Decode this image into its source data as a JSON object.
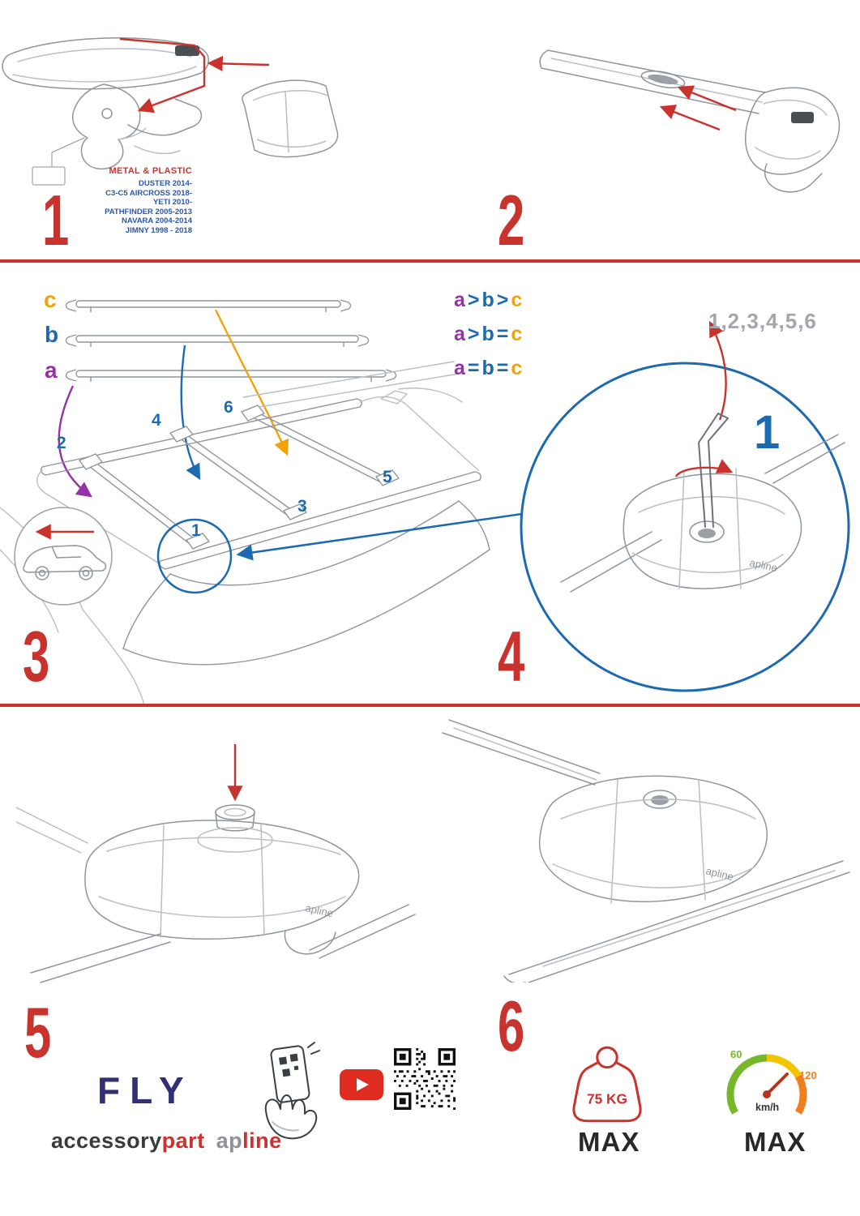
{
  "colors": {
    "red": "#c9332e",
    "blue": "#1e6ab0",
    "purple": "#9631a8",
    "orange": "#f0a30a",
    "navy": "#312f75",
    "gray_line": "#8e959b",
    "green": "#76b82a",
    "yellow": "#f2c500",
    "speed_orange": "#ef7d22"
  },
  "steps": {
    "s1": {
      "number": "1",
      "material": "METAL & PLASTIC",
      "vehicles": [
        "DUSTER 2014-",
        "C3-C5 AIRCROSS 2018-",
        "YETI 2010-",
        "PATHFINDER 2005-2013",
        "NAVARA 2004-2014",
        "JIMNY 1998 - 2018"
      ]
    },
    "s2": {
      "number": "2"
    },
    "s3": {
      "number": "3",
      "bar_labels": {
        "c": "c",
        "b": "b",
        "a": "a"
      },
      "legend": [
        {
          "a": "a",
          "op1": ">",
          "b": "b",
          "op2": ">",
          "c": "c"
        },
        {
          "a": "a",
          "op1": ">",
          "b": "b",
          "op2": "=",
          "c": "c"
        },
        {
          "a": "a",
          "op1": "=",
          "b": "b",
          "op2": "=",
          "c": "c"
        }
      ],
      "positions": [
        "1",
        "2",
        "3",
        "4",
        "5",
        "6"
      ]
    },
    "s4": {
      "number": "4",
      "sequence": "1,2,3,4,5,6",
      "callout": "1",
      "brand": "apline"
    },
    "s5": {
      "number": "5",
      "brand": "apline"
    },
    "s6": {
      "number": "6",
      "brand": "apline"
    }
  },
  "footer": {
    "product": "FLY",
    "brand": {
      "accessory": "accessory",
      "part": "part",
      "ap": "ap",
      "line": "line"
    },
    "weight": {
      "value": "75 KG",
      "max": "MAX"
    },
    "speed": {
      "low": "60",
      "high": "120",
      "unit": "km/h",
      "max": "MAX"
    }
  },
  "icons": {
    "scan": "phone-scan-icon",
    "youtube": "youtube-icon",
    "qr": "qr-code",
    "weight": "weight-icon",
    "speed": "speedometer-icon"
  }
}
